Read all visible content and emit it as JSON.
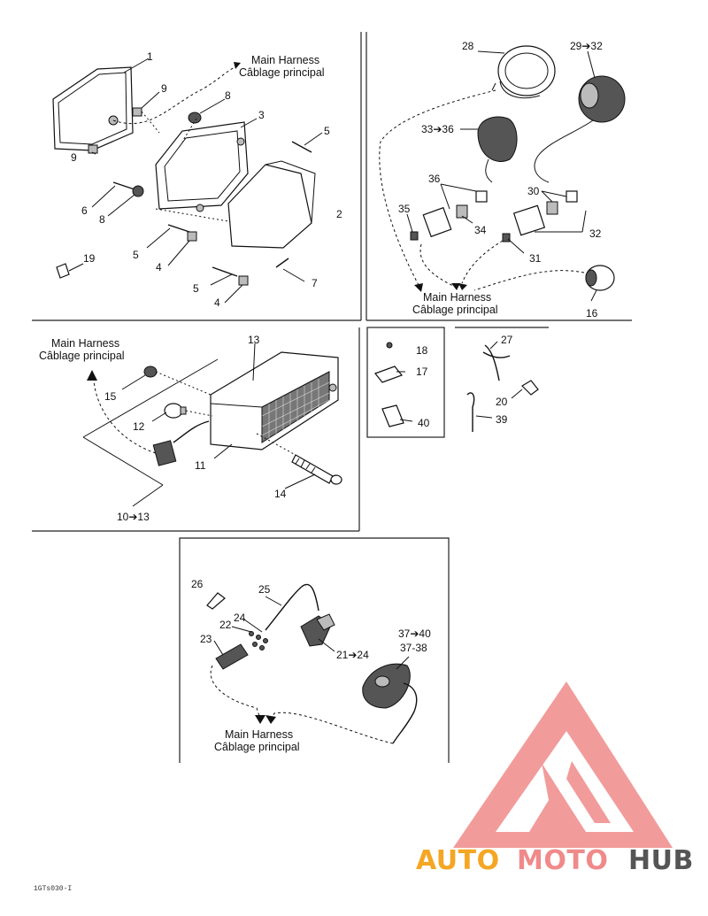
{
  "callouts": {
    "n1": "1",
    "n2": "2",
    "n3": "3",
    "n4a": "4",
    "n4b": "4",
    "n5a": "5",
    "n5b": "5",
    "n5c": "5",
    "n6": "6",
    "n7": "7",
    "n8a": "8",
    "n8b": "8",
    "n9a": "9",
    "n9b": "9",
    "n19": "19",
    "n28": "28",
    "n29_32": "29➔32",
    "n33_36": "33➔36",
    "n36": "36",
    "n35": "35",
    "n34": "34",
    "n30": "30",
    "n32": "32",
    "n31": "31",
    "n16": "16",
    "n13": "13",
    "n15": "15",
    "n12": "12",
    "n11": "11",
    "n14": "14",
    "n10_13": "10➔13",
    "n18": "18",
    "n17": "17",
    "n40": "40",
    "n27": "27",
    "n20": "20",
    "n39": "39",
    "n26": "26",
    "n25": "25",
    "n24": "24",
    "n22": "22",
    "n23": "23",
    "n21_24": "21➔24",
    "n37_40": "37➔40",
    "n37_38": "37-38"
  },
  "harness_labels": [
    {
      "line1": "Main Harness",
      "line2": "Câblage principal"
    },
    {
      "line1": "Main Harness",
      "line2": "Câblage principal"
    },
    {
      "line1": "Main Harness",
      "line2": "Câblage principal"
    },
    {
      "line1": "Main Harness",
      "line2": "Câblage principal"
    }
  ],
  "figure_code": "1GTs030-I",
  "watermark": {
    "part1": "AUTO",
    "part2": "MOTO",
    "part3": "HUB",
    "color_accent": "#f08a8a",
    "color_orange": "#f5a623",
    "color_grey": "#555555",
    "logo_icon": "triangle-logo-icon"
  }
}
